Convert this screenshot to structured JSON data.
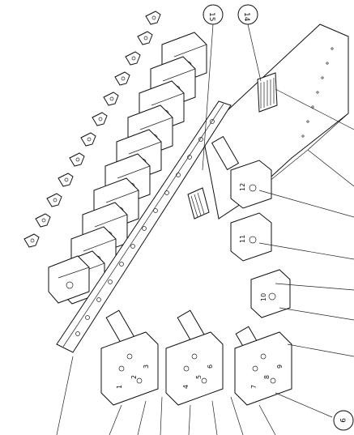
{
  "callouts": {
    "c15": "15",
    "c14": "14",
    "c9": "9"
  },
  "part_labels": {
    "p1": "1",
    "p2": "2",
    "p3": "3",
    "p4": "4",
    "p5": "5",
    "p6": "6",
    "p7": "7",
    "p8": "8",
    "p9": "9",
    "p10": "10",
    "p11": "11",
    "p12": "12"
  }
}
